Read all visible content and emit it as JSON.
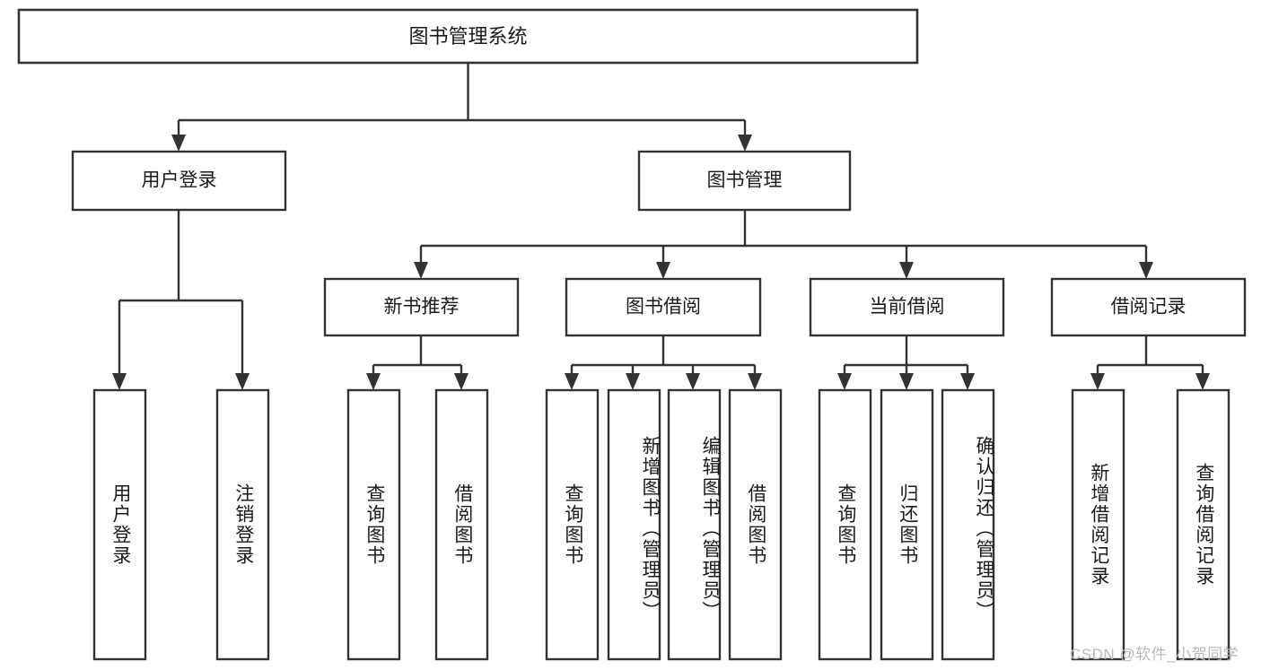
{
  "diagram": {
    "type": "tree-hierarchy",
    "title": "图书管理系统",
    "orientation": "top-down",
    "colors": {
      "box_stroke": "#333333",
      "box_fill": "#ffffff",
      "text": "#1a1a1a",
      "connector": "#333333",
      "watermark": "#b9b9b9",
      "background": "#ffffff"
    },
    "root": {
      "label": "图书管理系统"
    },
    "level2": [
      {
        "label": "用户登录"
      },
      {
        "label": "图书管理"
      }
    ],
    "level3": [
      {
        "label": "新书推荐"
      },
      {
        "label": "图书借阅"
      },
      {
        "label": "当前借阅"
      },
      {
        "label": "借阅记录"
      }
    ],
    "leaves": {
      "user_login": [
        {
          "label": "用户登录"
        },
        {
          "label": "注销登录"
        }
      ],
      "new_book_recommend": [
        {
          "label": "查询图书"
        },
        {
          "label": "借阅图书"
        }
      ],
      "book_borrow": [
        {
          "label": "查询图书"
        },
        {
          "label": "新增图书（管理员）"
        },
        {
          "label": "编辑图书（管理员）"
        },
        {
          "label": "借阅图书"
        }
      ],
      "current_borrow": [
        {
          "label": "查询图书"
        },
        {
          "label": "归还图书"
        },
        {
          "label": "确认归还（管理员）"
        }
      ],
      "borrow_record": [
        {
          "label": "新增借阅记录"
        },
        {
          "label": "查询借阅记录"
        }
      ]
    }
  },
  "watermark": {
    "text": "CSDN @软件_小贺同学"
  }
}
